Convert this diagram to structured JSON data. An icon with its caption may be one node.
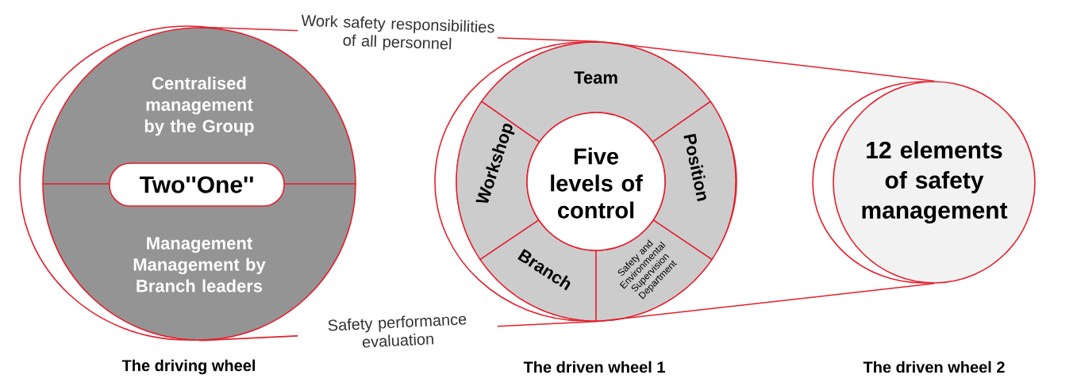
{
  "diagram": {
    "nodes": [
      {
        "text": [
          "Centralised management by the Group",
          "Management Management by Branch leaders"
        ],
        "beside": [
          "The driving wheel"
        ]
      },
      {
        "text": [
          "Two''One''"
        ],
        "in": 0
      },
      {
        "text": [],
        "shape": "circle",
        "beside": [
          "The driven wheel 1"
        ]
      },
      {
        "text": [
          "Team"
        ],
        "in": 2
      },
      {
        "text": [
          "Workshop"
        ],
        "in": 2
      },
      {
        "text": [
          "Position"
        ],
        "in": 2
      },
      {
        "text": [
          "Branch"
        ],
        "in": 2
      },
      {
        "text": [
          "Safety and Environmental Supervision Department"
        ],
        "in": 2
      },
      {
        "text": [
          "Five levels of control"
        ],
        "in": 2
      },
      {
        "text": [
          "12 elements of safety management"
        ]
      }
    ],
    "labels": [
      "The driven wheel 2"
    ],
    "edges": [
      {
        "from": 0,
        "to": 2,
        "arrow": "none",
        "label": "Work safety responsibilities of all personnel"
      },
      {
        "from": 0,
        "to": 2,
        "arrow": "none",
        "label": "Safety performance evaluation"
      },
      {
        "from": 2,
        "to": 9,
        "arrow": "none"
      },
      {
        "from": 2,
        "to": 9,
        "arrow": "none"
      }
    ]
  }
}
